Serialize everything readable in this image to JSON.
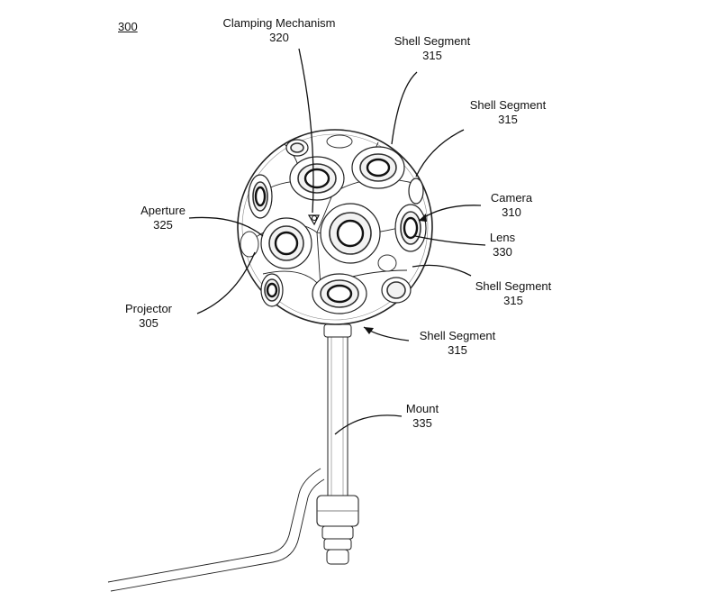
{
  "figure_number": "300",
  "labels": {
    "clamping_mechanism": {
      "name": "Clamping Mechanism",
      "ref": "320"
    },
    "shell_segment_top": {
      "name": "Shell Segment",
      "ref": "315"
    },
    "shell_segment_upper_right": {
      "name": "Shell Segment",
      "ref": "315"
    },
    "camera": {
      "name": "Camera",
      "ref": "310"
    },
    "aperture": {
      "name": "Aperture",
      "ref": "325"
    },
    "lens": {
      "name": "Lens",
      "ref": "330"
    },
    "shell_segment_right": {
      "name": "Shell Segment",
      "ref": "315"
    },
    "projector": {
      "name": "Projector",
      "ref": "305"
    },
    "shell_segment_bottom": {
      "name": "Shell Segment",
      "ref": "315"
    },
    "mount": {
      "name": "Mount",
      "ref": "335"
    }
  }
}
